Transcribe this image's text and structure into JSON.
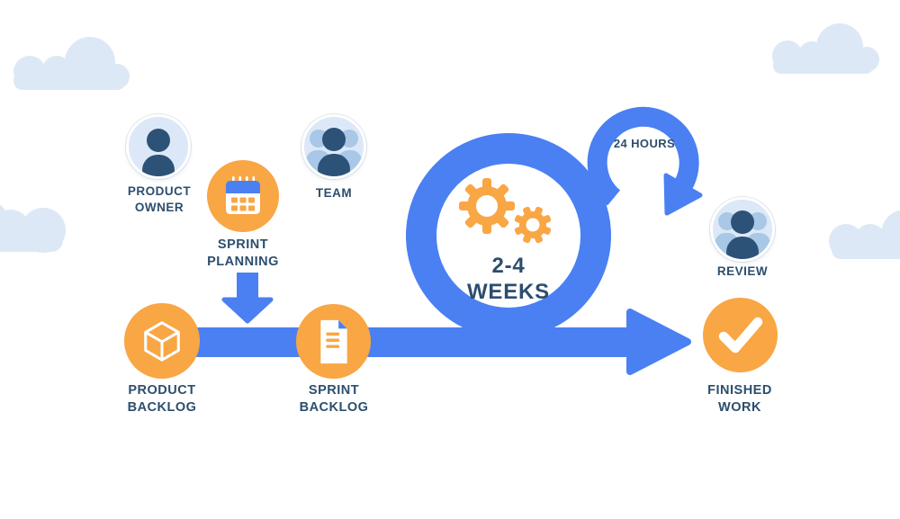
{
  "scene": "scrum-sprint-process-infographic",
  "colors": {
    "flow_blue": "#4A80F2",
    "node_orange": "#F9A644",
    "text_navy": "#2C4E6E",
    "cloud_blue": "#DDE8F6",
    "avatar_bg": "#DCE8F7",
    "person_dark": "#2D5277",
    "person_light": "#A9C7E6",
    "background": "#FFFFFF"
  },
  "nodes": {
    "product_owner": {
      "label": "PRODUCT OWNER",
      "icon": "person-avatar"
    },
    "sprint_planning": {
      "label": "SPRINT PLANNING",
      "icon": "calendar"
    },
    "team": {
      "label": "TEAM",
      "icon": "people-avatar"
    },
    "product_backlog": {
      "label": "PRODUCT BACKLOG",
      "icon": "cube"
    },
    "sprint_backlog": {
      "label": "SPRINT BACKLOG",
      "icon": "document"
    },
    "sprint_loop": {
      "label": "2-4 WEEKS",
      "icon": "gears"
    },
    "daily_loop": {
      "label": "24 HOURS"
    },
    "review": {
      "label": "REVIEW",
      "icon": "people-avatar"
    },
    "finished_work": {
      "label": "FINISHED WORK",
      "icon": "checkmark"
    }
  }
}
